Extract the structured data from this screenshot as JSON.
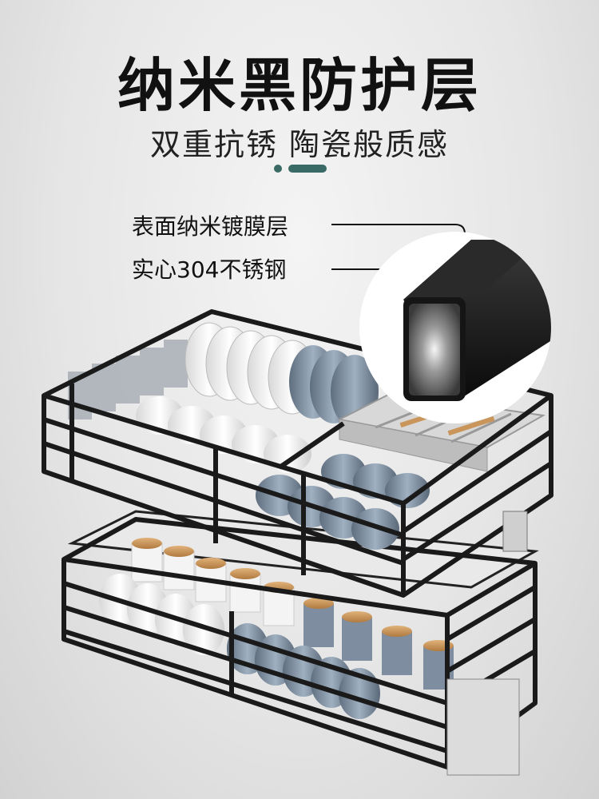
{
  "header": {
    "title": "纳米黑防护层",
    "subtitle": "双重抗锈 陶瓷般质感"
  },
  "callouts": [
    {
      "label": "表面纳米镀膜层"
    },
    {
      "label": "实心304不锈钢"
    }
  ],
  "colors": {
    "accent": "#3a6a66",
    "frame": "#1a1a1a",
    "plate_white": "#f2f2f2",
    "plate_blue": "#7e8ea0",
    "wood": "#c9955a"
  }
}
